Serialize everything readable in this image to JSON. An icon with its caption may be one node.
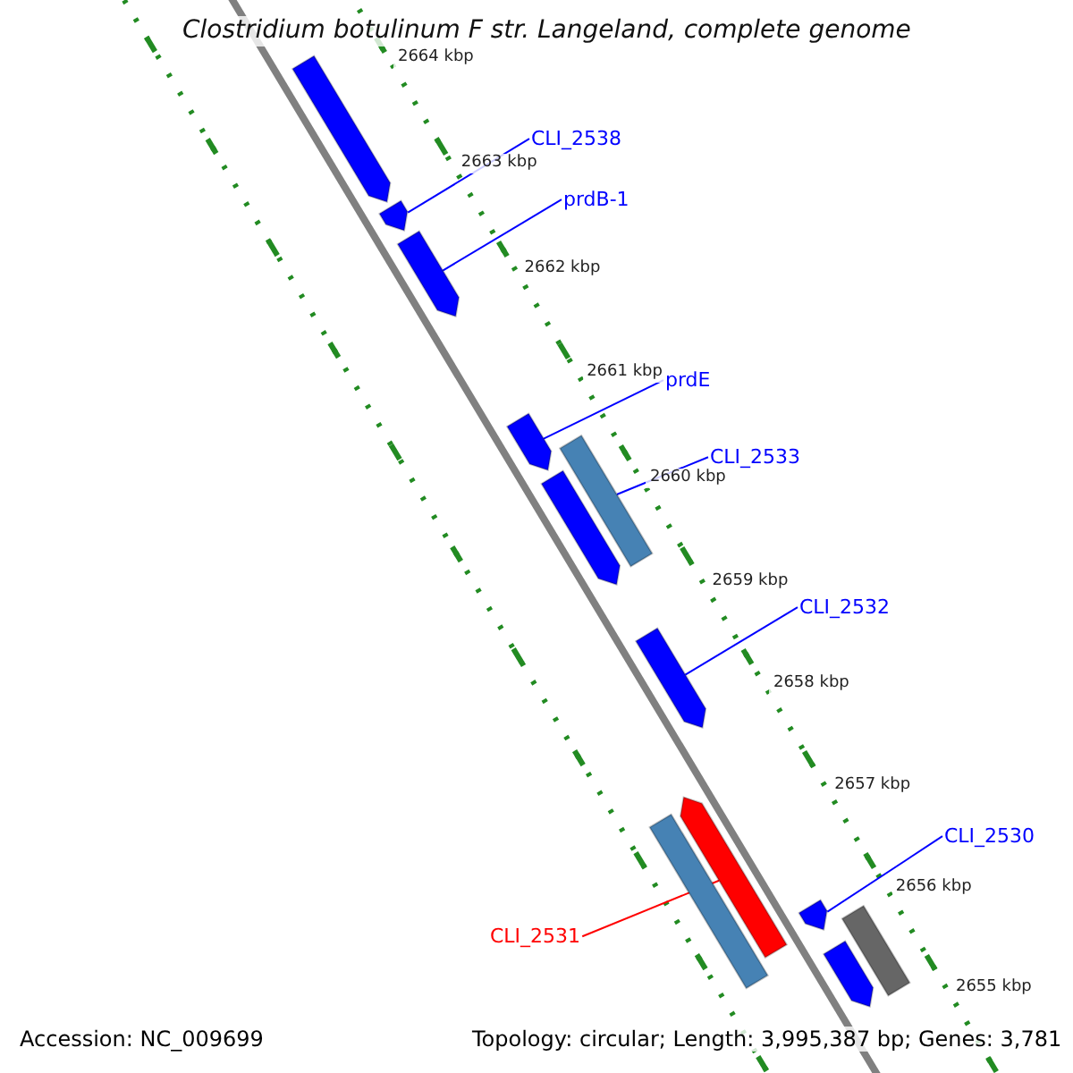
{
  "diagram": {
    "title": "Clostridium botulinum F str. Langeland, complete genome",
    "nodes": [
      {
        "text": [
          "CLI_2538"
        ]
      },
      {
        "text": [
          "prdB-1"
        ]
      },
      {
        "text": [
          "prdE"
        ]
      },
      {
        "text": [
          "CLI_2533"
        ]
      },
      {
        "text": [
          "CLI_2532"
        ]
      },
      {
        "text": [
          "CLI_2531"
        ]
      },
      {
        "text": [
          "CLI_2530"
        ]
      },
      {
        "text": [],
        "shape": "bar"
      },
      {
        "text": [],
        "shape": "bar"
      },
      {
        "text": [],
        "shape": "bar"
      },
      {
        "text": [],
        "shape": "bar"
      },
      {
        "text": [],
        "shape": "bar"
      },
      {
        "text": [],
        "shape": "bar"
      },
      {
        "text": [],
        "shape": "bar"
      },
      {
        "text": [],
        "shape": "bar"
      },
      {
        "text": [],
        "shape": "bar"
      },
      {
        "text": [],
        "shape": "bar"
      },
      {
        "text": [],
        "shape": "bar"
      },
      {
        "text": [],
        "shape": "bar"
      }
    ],
    "edges": [
      {
        "from": 0,
        "to": 8,
        "arrow": "none"
      },
      {
        "from": 1,
        "to": 9,
        "arrow": "none"
      },
      {
        "from": 2,
        "to": 10,
        "arrow": "none"
      },
      {
        "from": 3,
        "to": 11,
        "arrow": "none"
      },
      {
        "from": 4,
        "to": 13,
        "arrow": "none"
      },
      {
        "from": 5,
        "to": 15,
        "arrow": "none",
        "color": "#ff0000"
      },
      {
        "from": 6,
        "to": 16,
        "arrow": "none"
      }
    ],
    "labels": [
      "2664 kbp",
      "2663 kbp",
      "2662 kbp",
      "2661 kbp",
      "2660 kbp",
      "2659 kbp",
      "2658 kbp",
      "2657 kbp",
      "2656 kbp",
      "2655 kbp",
      "Accession: NC_009699",
      "Topology: circular; Length: 3,995,387 bp; Genes: 3,781"
    ]
  }
}
